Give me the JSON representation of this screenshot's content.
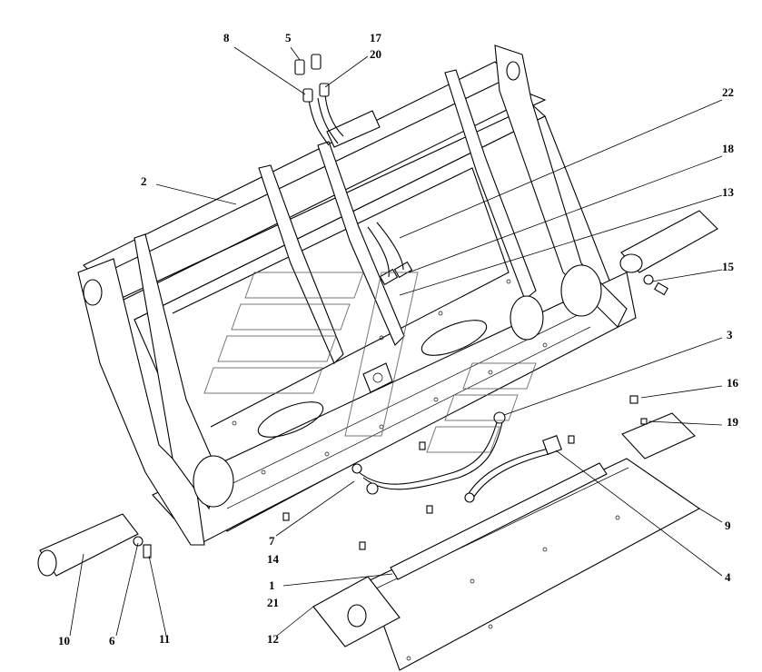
{
  "drawing": {
    "callouts": [
      {
        "id": "c8",
        "label": "8"
      },
      {
        "id": "c5",
        "label": "5"
      },
      {
        "id": "c17",
        "label": "17"
      },
      {
        "id": "c20",
        "label": "20"
      },
      {
        "id": "c22",
        "label": "22"
      },
      {
        "id": "c2",
        "label": "2"
      },
      {
        "id": "c18",
        "label": "18"
      },
      {
        "id": "c13",
        "label": "13"
      },
      {
        "id": "c15",
        "label": "15"
      },
      {
        "id": "c3",
        "label": "3"
      },
      {
        "id": "c16",
        "label": "16"
      },
      {
        "id": "c19",
        "label": "19"
      },
      {
        "id": "c9",
        "label": "9"
      },
      {
        "id": "c7",
        "label": "7"
      },
      {
        "id": "c14",
        "label": "14"
      },
      {
        "id": "c4",
        "label": "4"
      },
      {
        "id": "c1",
        "label": "1"
      },
      {
        "id": "c21",
        "label": "21"
      },
      {
        "id": "c10",
        "label": "10"
      },
      {
        "id": "c6",
        "label": "6"
      },
      {
        "id": "c11",
        "label": "11"
      },
      {
        "id": "c12",
        "label": "12"
      }
    ]
  },
  "colors": {
    "line": "#000000",
    "background": "#ffffff",
    "watermark": "#555555"
  }
}
